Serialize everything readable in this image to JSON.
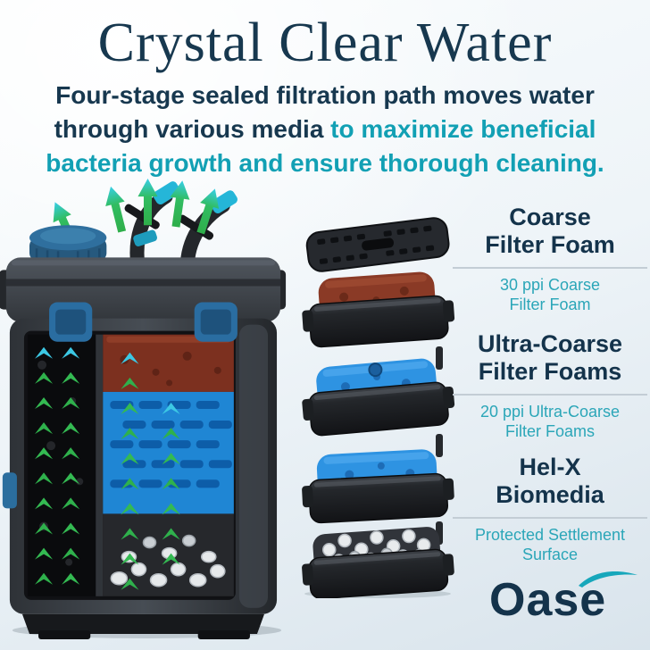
{
  "header": {
    "title": "Crystal Clear Water",
    "line1": "Four-stage sealed filtration path moves water",
    "line2_navy": "through various media",
    "line2_teal": " to maximize beneficial",
    "line3": "bacteria growth and ensure thorough cleaning."
  },
  "callouts": [
    {
      "heading1": "Coarse",
      "heading2": "Filter Foam",
      "sub1": "30 ppi Coarse",
      "sub2": "Filter Foam"
    },
    {
      "heading1": "Ultra-Coarse",
      "heading2": "Filter Foams",
      "sub1": "20 ppi Ultra-Coarse",
      "sub2": "Filter Foams"
    },
    {
      "heading1": "Hel-X",
      "heading2": "Biomedia",
      "sub1": "Protected Settlement",
      "sub2": "Surface"
    }
  ],
  "brand": {
    "wordmark": "Oase"
  },
  "illustration": {
    "left": "cutaway-canister-filter-with-flow-arrows",
    "right": "exploded-media-tray-stack",
    "tray_order": [
      "lid",
      "coarse-foam",
      "ultra-coarse-foam",
      "ultra-coarse-foam",
      "hel-x-biomedia"
    ]
  },
  "colors": {
    "navy": "#17384f",
    "teal": "#12a0b4",
    "foam_red": "#8a3a26",
    "foam_blue": "#2e93e2",
    "biomedia_white": "#e8ebed",
    "arrow_green": "#2fb14c",
    "arrow_cyan": "#38c9e6"
  }
}
